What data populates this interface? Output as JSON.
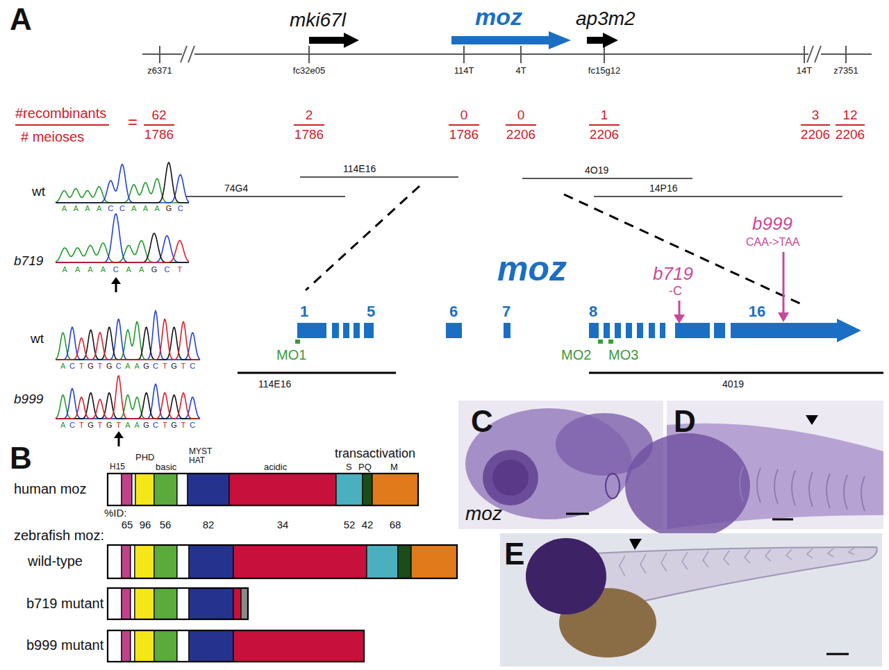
{
  "diagram": {
    "nodes": [
      {
        "text": [
          "C",
          "moz"
        ]
      },
      {
        "text": [
          "D"
        ]
      },
      {
        "text": [
          "E"
        ]
      }
    ],
    "labels": [
      "A",
      "mki67l",
      "moz",
      "ap3m2",
      "z6371",
      "fc32e05",
      "114T",
      "4T",
      "fc15g12",
      "14T",
      "z7351",
      "#recombinants",
      "# meioses",
      "=",
      "62",
      "1786",
      "2",
      "1786",
      "0",
      "1786",
      "0",
      "2206",
      "1",
      "2206",
      "3",
      "2206",
      "12",
      "2206",
      "74G4",
      "114E16",
      "4O19",
      "14P16",
      "wt",
      "AAAACCAAAGC",
      "b719",
      "AAAACAAGCT",
      "wt",
      "ACTGTGCAAGCTGTC",
      "b999",
      "ACTGTGTAAGCTGTC",
      "moz",
      "b999",
      "CAA->TAA",
      "b719",
      "-C",
      "1",
      "5",
      "6",
      "7",
      "8",
      "16",
      "MO1",
      "MO2",
      "MO3",
      "114E16",
      "4019",
      "B",
      "H15",
      "PHD",
      "basic",
      "MYST HAT",
      "acidic",
      "transactivation",
      "S",
      "PQ",
      "M",
      "human moz",
      "%ID:",
      "65",
      "96",
      "56",
      "82",
      "34",
      "52",
      "42",
      "68",
      "zebrafish moz:",
      "wild-type",
      "b719 mutant",
      "b999 mutant"
    ]
  }
}
